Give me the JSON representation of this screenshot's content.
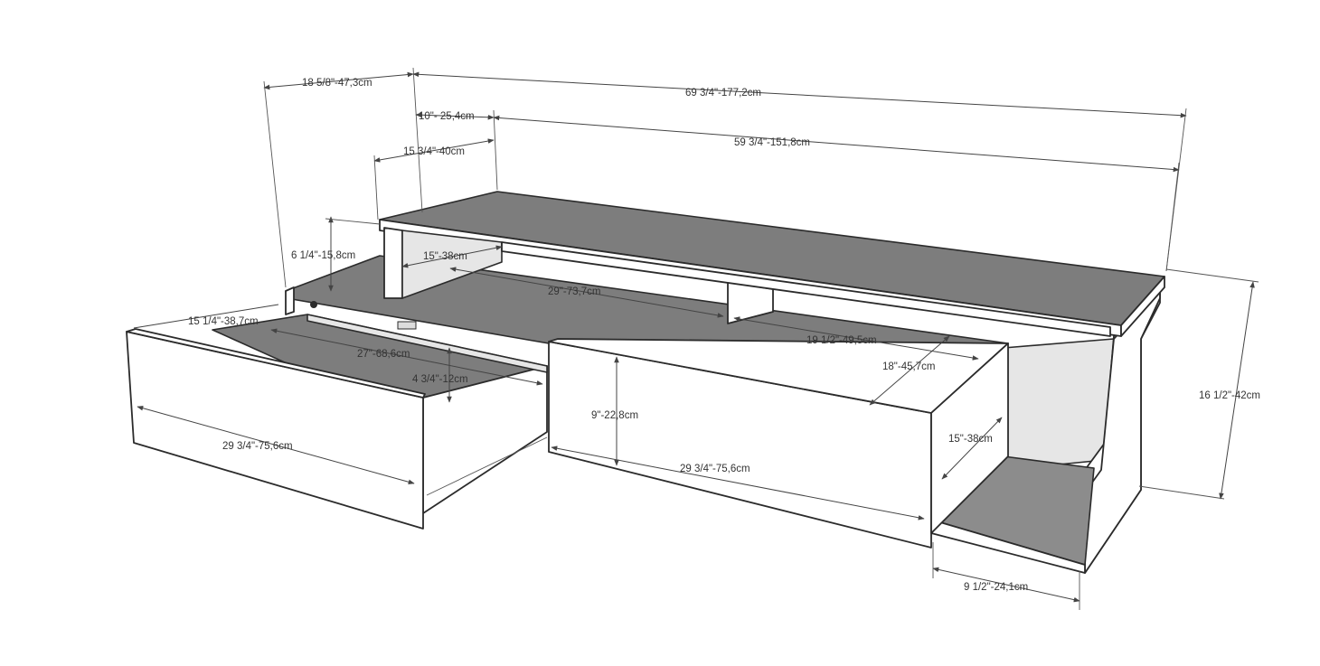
{
  "diagram": {
    "colors": {
      "line": "#2b2b2b",
      "surface_top": "#7d7d7d",
      "surface_inner": "#8c8c8c",
      "panel_face": "#ffffff",
      "dimension": "#444444"
    },
    "dimensions": {
      "overall_depth": "18 5/8\"-47,3cm",
      "overall_width": "69 3/4\"-177,2cm",
      "riser_offset": "10\"- 25,4cm",
      "riser_width": "59 3/4\"-151,8cm",
      "riser_depth": "15 3/4\"-40cm",
      "riser_height": "6 1/4\"-15,8cm",
      "riser_leg_depth": "15\"-38cm",
      "shelf_opening": "29\"-73,7cm",
      "drawer_depth": "15 1/4\"-38,7cm",
      "drawer_inner_width": "27\"-68,6cm",
      "drawer_inner_height": "4 3/4\"-12cm",
      "drawer_front_width": "29 3/4\"-75,6cm",
      "drawer_front_height": "9\"-22,8cm",
      "second_drawer_width": "29 3/4\"-75,6cm",
      "right_opening_width": "19 1/2\"-49,5cm",
      "right_opening_depth": "18\"-45,7cm",
      "side_shelf_depth": "15\"-38cm",
      "overall_height": "16 1/2\"-42cm",
      "side_shelf_width": "9 1/2\"-24,1cm"
    }
  }
}
